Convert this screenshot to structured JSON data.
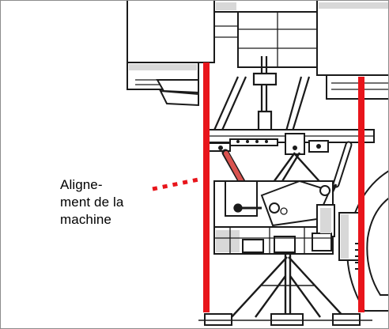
{
  "callout": {
    "lines": [
      "Aligne-",
      "ment de la",
      "machine"
    ]
  },
  "colors": {
    "alignment_line": "#e8151b",
    "linework": "#1a1a1a",
    "hydraulic_cylinder": "#d9534f",
    "shading": "#d8d8d8",
    "frame_border": "#8c8c8c"
  },
  "icons": [
    "machine-illustration"
  ]
}
